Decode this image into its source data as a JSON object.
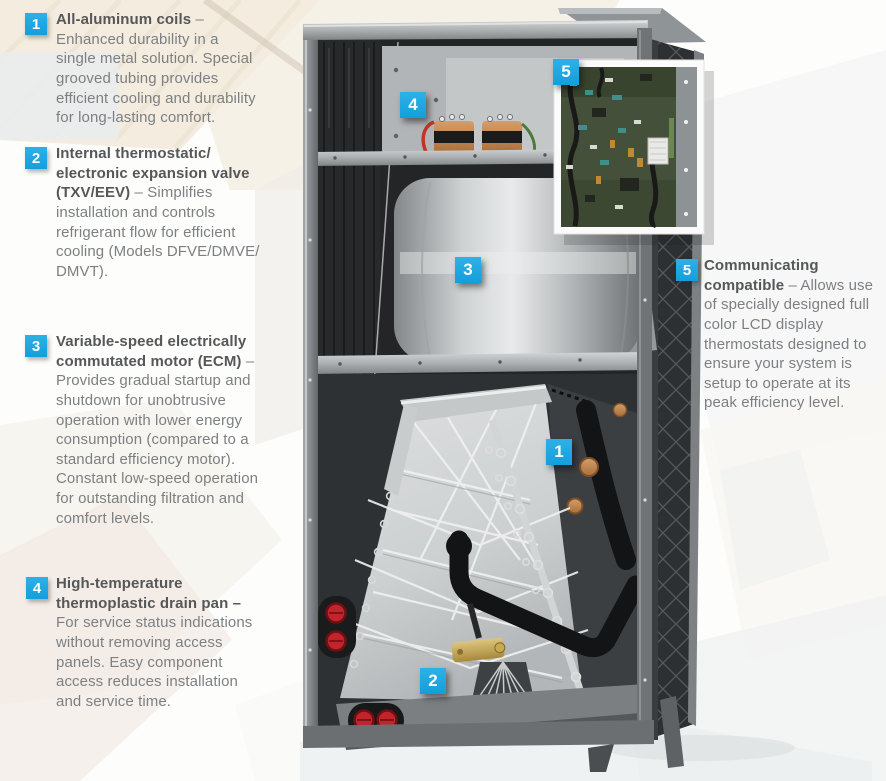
{
  "colors": {
    "accent": "#18a5de",
    "heading": "#565759",
    "body": "#7d8083"
  },
  "features": [
    {
      "num": "1",
      "title": "All-aluminum coils",
      "body": "– Enhanced durability in a single metal solution. Special grooved tubing provides efficient cooling and durability for long-lasting comfort."
    },
    {
      "num": "2",
      "title": "Internal thermostatic/ electronic expansion valve (TXV/EEV)",
      "body": "– Simplifies installation and controls refrigerant flow for efficient cooling (Models DFVE/DMVE/ DMVT)."
    },
    {
      "num": "3",
      "title": "Variable-speed electrically commutated motor (ECM)",
      "body": "– Provides gradual startup and shutdown for unobtrusive operation with lower energy consumption (compared to a standard efficiency motor). Constant low-speed operation for outstanding filtration and comfort levels."
    },
    {
      "num": "4",
      "title": "High-temperature thermoplastic drain pan –",
      "body": "For service status indications without removing access panels. Easy component access reduces installation and service time."
    },
    {
      "num": "5",
      "title": "Communicating compatible",
      "body": "– Allows use of specially designed full color LCD display thermostats designed to ensure your system is setup to operate at its peak efficiency level."
    }
  ]
}
